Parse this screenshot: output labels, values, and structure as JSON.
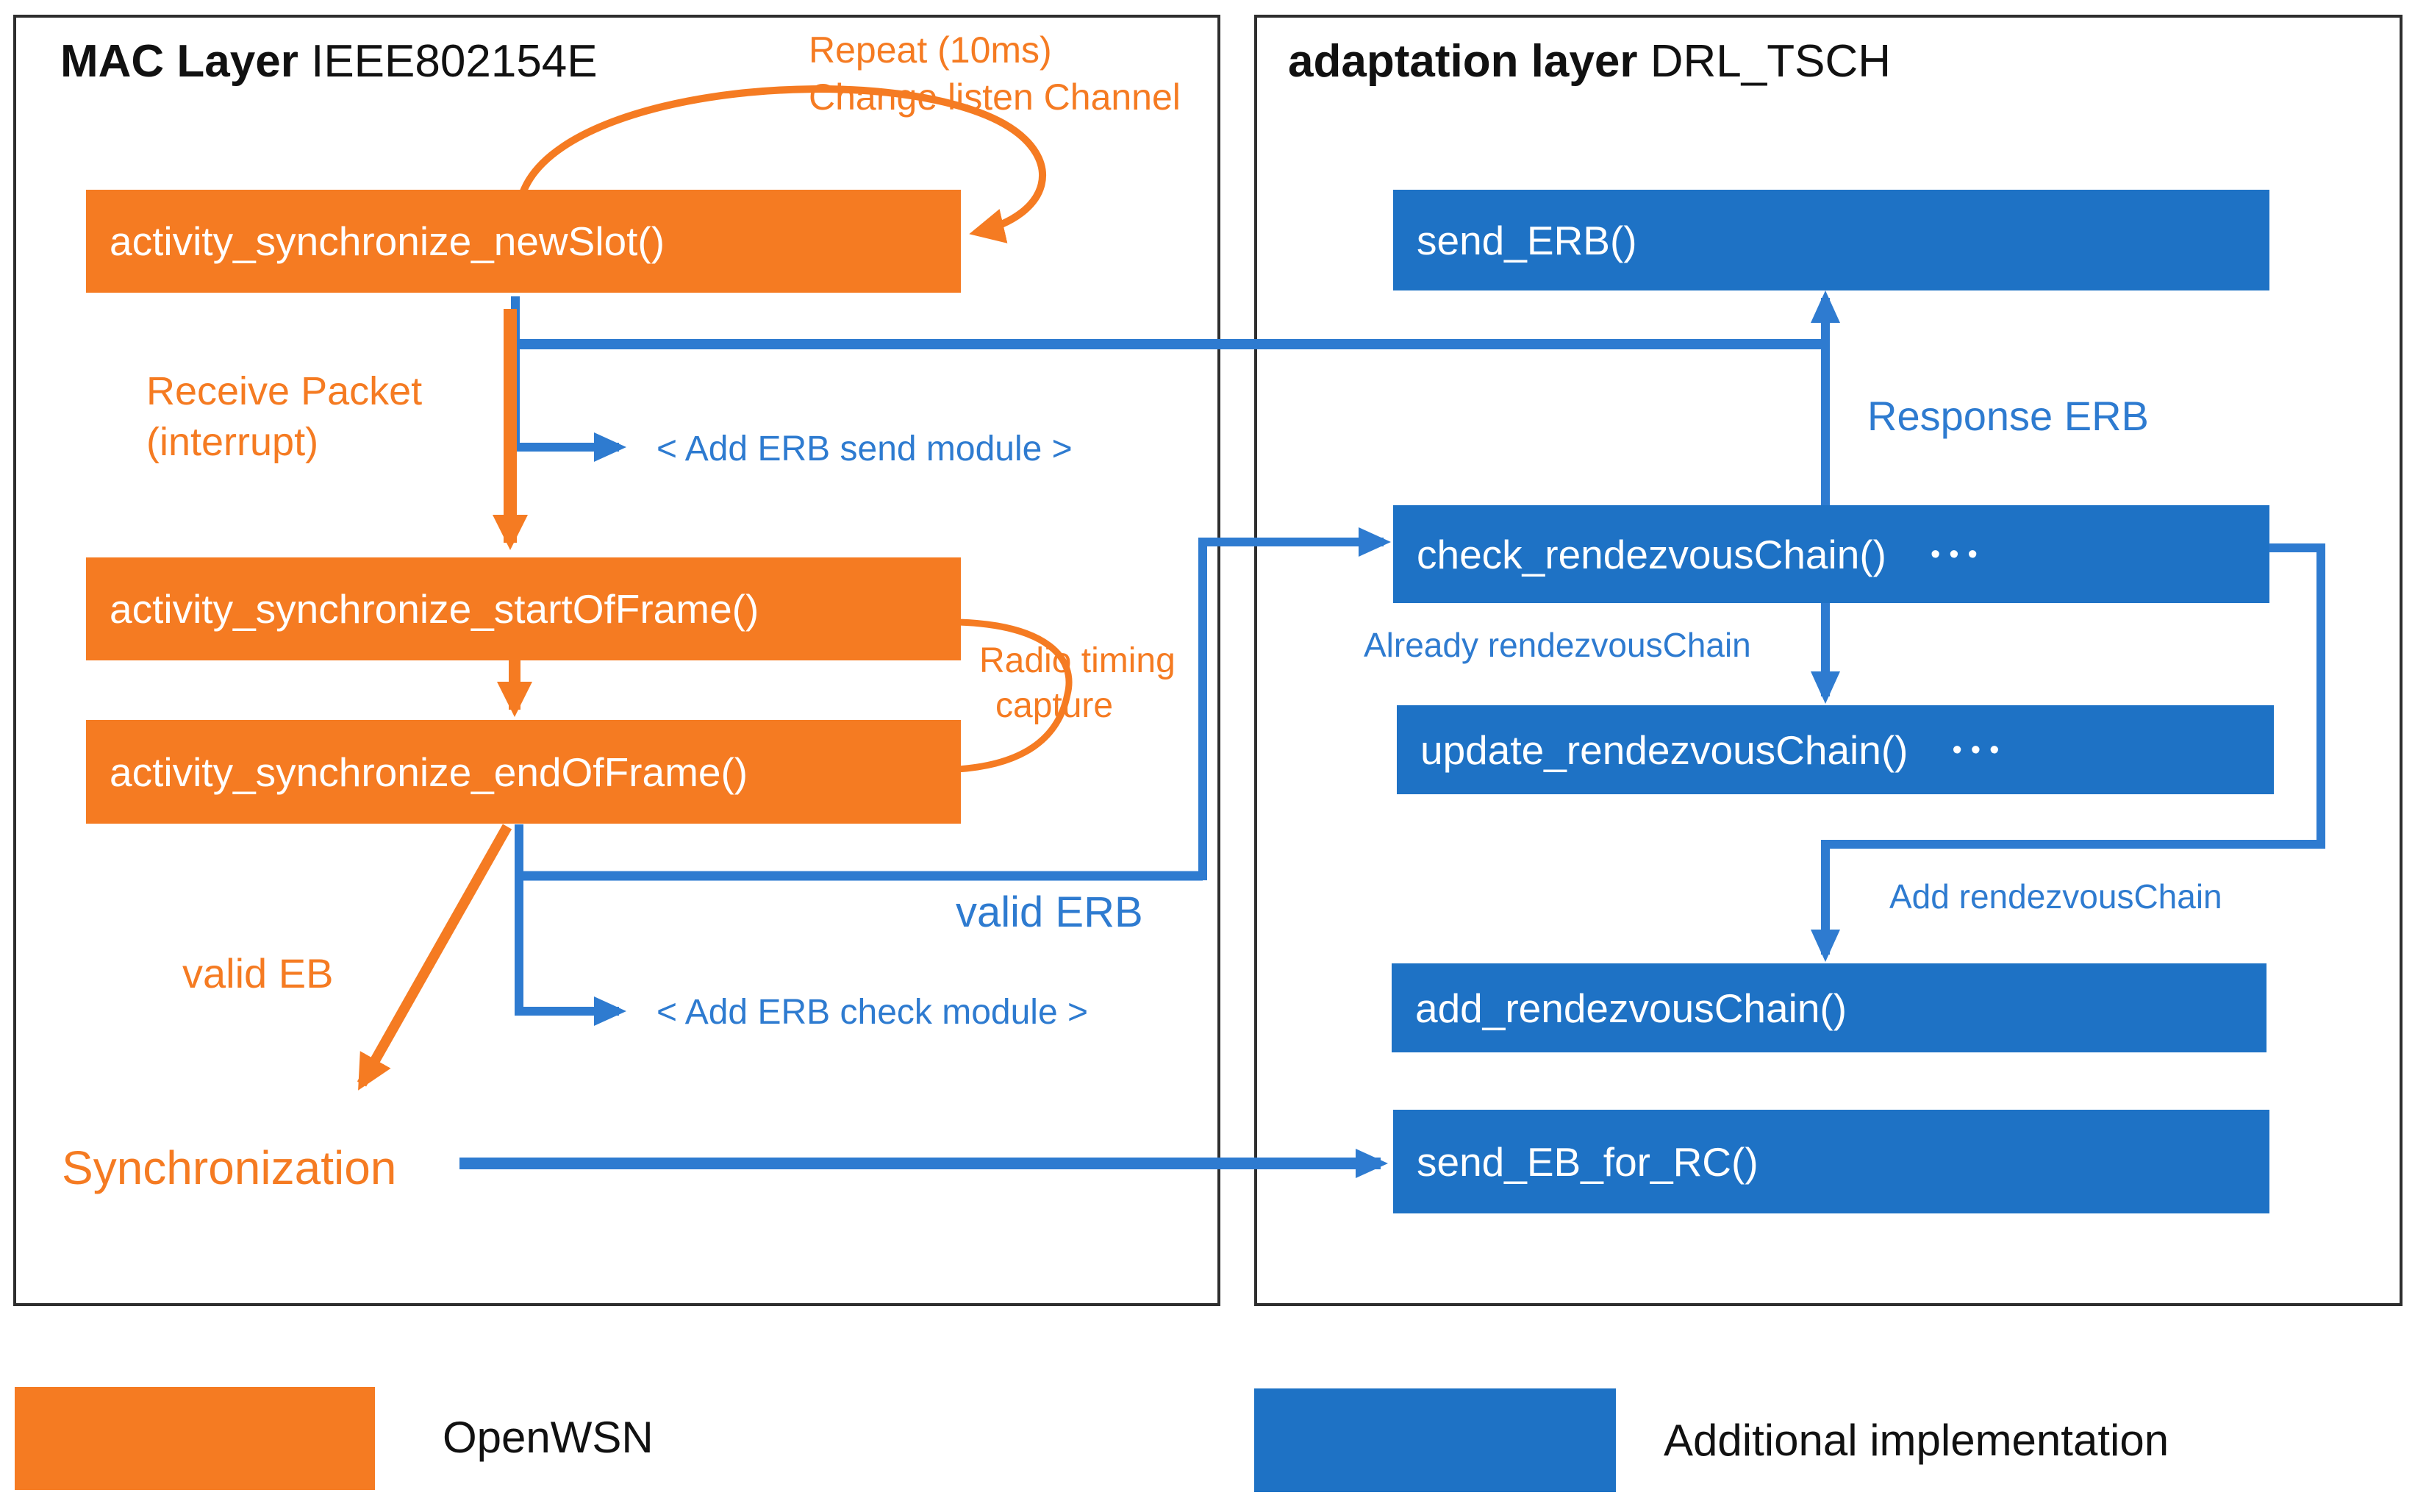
{
  "mac_panel": {
    "title_bold": "MAC Layer",
    "title_rest": " IEEE802154E",
    "boxes": {
      "new_slot": "activity_synchronize_newSlot()",
      "start_of_frame": "activity_synchronize_startOfFrame()",
      "end_of_frame": "activity_synchronize_endOfFrame()"
    },
    "labels": {
      "repeat_line1": "Repeat (10ms)",
      "repeat_line2": "Change listen Channel",
      "receive_line1": "Receive Packet",
      "receive_line2": "(interrupt)",
      "add_erb_send": "< Add ERB send module >",
      "radio_line1": "Radio timing",
      "radio_line2": "capture",
      "valid_erb": "valid ERB",
      "valid_eb": "valid EB",
      "add_erb_check": "< Add ERB check module >",
      "synchronization": "Synchronization"
    }
  },
  "adaptation_panel": {
    "title_bold": "adaptation layer",
    "title_rest": " DRL_TSCH",
    "boxes": {
      "send_erb": "send_ERB()",
      "check_chain": "check_rendezvousChain()",
      "check_chain_dots": "•••",
      "update_chain": "update_rendezvousChain()",
      "update_chain_dots": "•••",
      "add_chain": "add_rendezvousChain()",
      "send_eb_for_rc": "send_EB_for_RC()"
    },
    "labels": {
      "response_erb": "Response ERB",
      "already_chain": "Already rendezvousChain",
      "add_chain": "Add rendezvousChain"
    }
  },
  "legend": {
    "openwsn": "OpenWSN",
    "additional": "Additional implementation"
  },
  "colors": {
    "orange": "#F57B22",
    "blue_box": "#1E72C5",
    "blue_accent": "#2E7BD0",
    "border": "#2e2e2e"
  }
}
